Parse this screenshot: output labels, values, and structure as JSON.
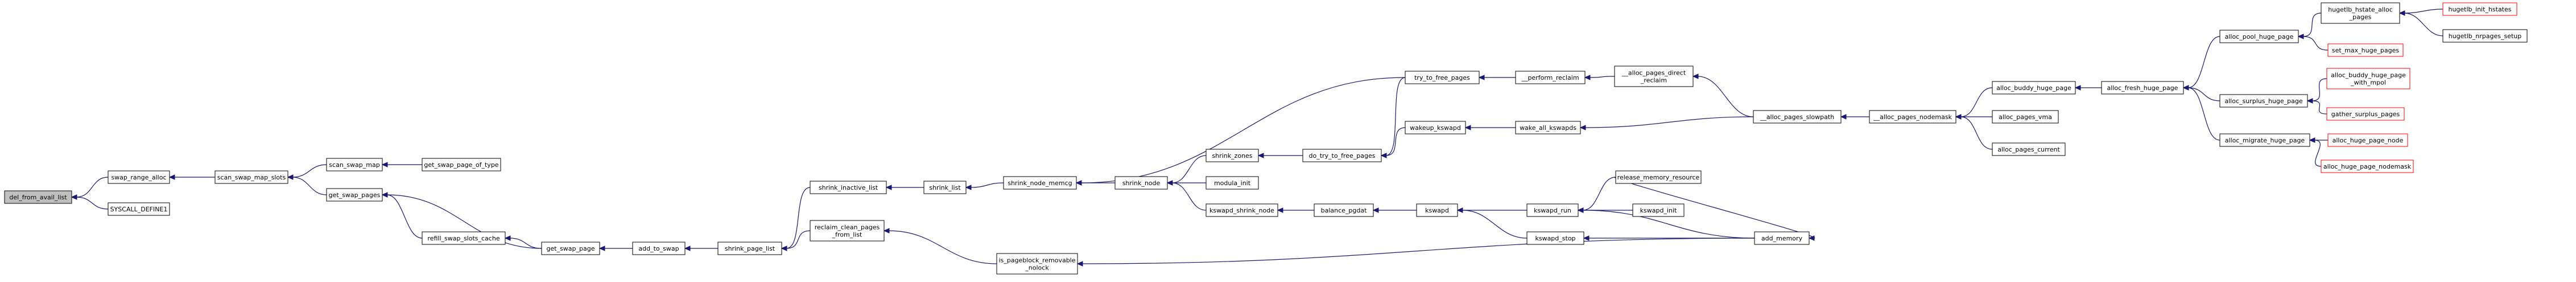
{
  "colors": {
    "node_fill": "#ffffff",
    "node_border": "#000000",
    "root_fill": "#bfbfbf",
    "external_border": "#ff0000",
    "edge": "#191970",
    "text": "#000000"
  },
  "graph": {
    "direction": "right-to-left (arrowheads point from caller toward callee)",
    "root": "del_from_avail_list",
    "nodes": [
      {
        "id": "del_from_avail_list",
        "lines": [
          "del_from_avail_list"
        ],
        "style": "root"
      },
      {
        "id": "swap_range_alloc",
        "lines": [
          "swap_range_alloc"
        ],
        "style": "normal"
      },
      {
        "id": "SYSCALL_DEFINE1",
        "lines": [
          "SYSCALL_DEFINE1"
        ],
        "style": "normal"
      },
      {
        "id": "scan_swap_map_slots",
        "lines": [
          "scan_swap_map_slots"
        ],
        "style": "normal"
      },
      {
        "id": "scan_swap_map",
        "lines": [
          "scan_swap_map"
        ],
        "style": "normal"
      },
      {
        "id": "get_swap_pages",
        "lines": [
          "get_swap_pages"
        ],
        "style": "normal"
      },
      {
        "id": "get_swap_page_of_type",
        "lines": [
          "get_swap_page_of_type"
        ],
        "style": "normal"
      },
      {
        "id": "refill_swap_slots_cache",
        "lines": [
          "refill_swap_slots_cache"
        ],
        "style": "normal"
      },
      {
        "id": "get_swap_page",
        "lines": [
          "get_swap_page"
        ],
        "style": "normal"
      },
      {
        "id": "add_to_swap",
        "lines": [
          "add_to_swap"
        ],
        "style": "normal"
      },
      {
        "id": "shrink_page_list",
        "lines": [
          "shrink_page_list"
        ],
        "style": "normal"
      },
      {
        "id": "shrink_inactive_list",
        "lines": [
          "shrink_inactive_list"
        ],
        "style": "normal"
      },
      {
        "id": "reclaim_clean_pages_from_list",
        "lines": [
          "reclaim_clean_pages",
          "_from_list"
        ],
        "style": "normal"
      },
      {
        "id": "shrink_list",
        "lines": [
          "shrink_list"
        ],
        "style": "normal"
      },
      {
        "id": "is_pageblock_removable_nolock",
        "lines": [
          "is_pageblock_removable",
          "_nolock"
        ],
        "style": "normal"
      },
      {
        "id": "shrink_node_memcg",
        "lines": [
          "shrink_node_memcg"
        ],
        "style": "normal"
      },
      {
        "id": "shrink_node",
        "lines": [
          "shrink_node"
        ],
        "style": "normal"
      },
      {
        "id": "shrink_zones",
        "lines": [
          "shrink_zones"
        ],
        "style": "normal"
      },
      {
        "id": "mem_cgroup_soft_limit_reclaim",
        "lines": [
          "modula_init"
        ],
        "style": "normal"
      },
      {
        "id": "kswapd_shrink_node",
        "lines": [
          "kswapd_shrink_node"
        ],
        "style": "normal"
      },
      {
        "id": "do_try_to_free_pages",
        "lines": [
          "do_try_to_free_pages"
        ],
        "style": "normal"
      },
      {
        "id": "balance_pgdat",
        "lines": [
          "balance_pgdat"
        ],
        "style": "normal"
      },
      {
        "id": "try_to_free_pages",
        "lines": [
          "try_to_free_pages"
        ],
        "style": "normal"
      },
      {
        "id": "wakeup_kswapd",
        "lines": [
          "wakeup_kswapd"
        ],
        "style": "normal"
      },
      {
        "id": "kswapd",
        "lines": [
          "kswapd"
        ],
        "style": "normal"
      },
      {
        "id": "__perform_reclaim",
        "lines": [
          "__perform_reclaim"
        ],
        "style": "normal"
      },
      {
        "id": "wake_all_kswapds",
        "lines": [
          "wake_all_kswapds"
        ],
        "style": "normal"
      },
      {
        "id": "kswapd_run",
        "lines": [
          "kswapd_run"
        ],
        "style": "normal"
      },
      {
        "id": "kswapd_stop",
        "lines": [
          "kswapd_stop"
        ],
        "style": "normal"
      },
      {
        "id": "__alloc_pages_direct_reclaim",
        "lines": [
          "__alloc_pages_direct",
          "_reclaim"
        ],
        "style": "normal"
      },
      {
        "id": "release_memory_resource",
        "lines": [
          "release_memory_resource"
        ],
        "style": "normal"
      },
      {
        "id": "kswapd_init",
        "lines": [
          "kswapd_init"
        ],
        "style": "normal"
      },
      {
        "id": "add_memory",
        "lines": [
          "add_memory"
        ],
        "style": "normal"
      },
      {
        "id": "__alloc_pages_slowpath",
        "lines": [
          "__alloc_pages_slowpath"
        ],
        "style": "normal"
      },
      {
        "id": "__alloc_pages_nodemask",
        "lines": [
          "__alloc_pages_nodemask"
        ],
        "style": "normal"
      },
      {
        "id": "alloc_buddy_huge_page",
        "lines": [
          "alloc_buddy_huge_page"
        ],
        "style": "normal"
      },
      {
        "id": "alloc_pages_vma",
        "lines": [
          "alloc_pages_vma"
        ],
        "style": "normal"
      },
      {
        "id": "alloc_pages_current",
        "lines": [
          "alloc_pages_current"
        ],
        "style": "normal"
      },
      {
        "id": "alloc_fresh_huge_page",
        "lines": [
          "alloc_fresh_huge_page"
        ],
        "style": "normal"
      },
      {
        "id": "alloc_pool_huge_page",
        "lines": [
          "alloc_pool_huge_page"
        ],
        "style": "normal"
      },
      {
        "id": "alloc_surplus_huge_page",
        "lines": [
          "alloc_surplus_huge_page"
        ],
        "style": "normal"
      },
      {
        "id": "alloc_migrate_huge_page",
        "lines": [
          "alloc_migrate_huge_page"
        ],
        "style": "normal"
      },
      {
        "id": "hugetlb_hstate_alloc_pages",
        "lines": [
          "hugetlb_hstate_alloc",
          "_pages"
        ],
        "style": "normal"
      },
      {
        "id": "set_max_huge_pages",
        "lines": [
          "set_max_huge_pages"
        ],
        "style": "external"
      },
      {
        "id": "alloc_buddy_huge_page_with_mpol",
        "lines": [
          "alloc_buddy_huge_page",
          "_with_mpol"
        ],
        "style": "external"
      },
      {
        "id": "gather_surplus_pages",
        "lines": [
          "gather_surplus_pages"
        ],
        "style": "external"
      },
      {
        "id": "alloc_huge_page_node",
        "lines": [
          "alloc_huge_page_node"
        ],
        "style": "external"
      },
      {
        "id": "alloc_huge_page_nodemask",
        "lines": [
          "alloc_huge_page_nodemask"
        ],
        "style": "external"
      },
      {
        "id": "hugetlb_init_hstates",
        "lines": [
          "hugetlb_init_hstates"
        ],
        "style": "external"
      },
      {
        "id": "hugetlb_nrpages_setup",
        "lines": [
          "hugetlb_nrpages_setup"
        ],
        "style": "normal"
      }
    ],
    "edges": [
      {
        "from": "swap_range_alloc",
        "to": "del_from_avail_list"
      },
      {
        "from": "SYSCALL_DEFINE1",
        "to": "del_from_avail_list"
      },
      {
        "from": "scan_swap_map_slots",
        "to": "swap_range_alloc"
      },
      {
        "from": "scan_swap_map",
        "to": "scan_swap_map_slots"
      },
      {
        "from": "get_swap_pages",
        "to": "scan_swap_map_slots"
      },
      {
        "from": "get_swap_page_of_type",
        "to": "scan_swap_map"
      },
      {
        "from": "refill_swap_slots_cache",
        "to": "get_swap_pages"
      },
      {
        "from": "get_swap_page",
        "to": "get_swap_pages"
      },
      {
        "from": "get_swap_page",
        "to": "refill_swap_slots_cache"
      },
      {
        "from": "add_to_swap",
        "to": "get_swap_page"
      },
      {
        "from": "shrink_page_list",
        "to": "add_to_swap"
      },
      {
        "from": "shrink_inactive_list",
        "to": "shrink_page_list"
      },
      {
        "from": "reclaim_clean_pages_from_list",
        "to": "shrink_page_list"
      },
      {
        "from": "shrink_list",
        "to": "shrink_inactive_list"
      },
      {
        "from": "is_pageblock_removable_nolock",
        "to": "reclaim_clean_pages_from_list"
      },
      {
        "from": "shrink_node_memcg",
        "to": "shrink_list"
      },
      {
        "from": "shrink_node",
        "to": "shrink_node_memcg"
      },
      {
        "from": "try_to_free_pages",
        "to": "shrink_node_memcg"
      },
      {
        "from": "shrink_zones",
        "to": "shrink_node"
      },
      {
        "from": "mem_cgroup_soft_limit_reclaim",
        "to": "shrink_node"
      },
      {
        "from": "kswapd_shrink_node",
        "to": "shrink_node"
      },
      {
        "from": "do_try_to_free_pages",
        "to": "shrink_zones"
      },
      {
        "from": "balance_pgdat",
        "to": "kswapd_shrink_node"
      },
      {
        "from": "try_to_free_pages",
        "to": "do_try_to_free_pages"
      },
      {
        "from": "wakeup_kswapd",
        "to": "do_try_to_free_pages"
      },
      {
        "from": "kswapd",
        "to": "balance_pgdat"
      },
      {
        "from": "__perform_reclaim",
        "to": "try_to_free_pages"
      },
      {
        "from": "wake_all_kswapds",
        "to": "wakeup_kswapd"
      },
      {
        "from": "kswapd_run",
        "to": "kswapd"
      },
      {
        "from": "kswapd_stop",
        "to": "kswapd"
      },
      {
        "from": "__alloc_pages_direct_reclaim",
        "to": "__perform_reclaim"
      },
      {
        "from": "__alloc_pages_slowpath",
        "to": "wake_all_kswapds"
      },
      {
        "from": "release_memory_resource",
        "to": "kswapd_run"
      },
      {
        "from": "kswapd_init",
        "to": "kswapd_run"
      },
      {
        "from": "add_memory",
        "to": "kswapd_run"
      },
      {
        "from": "add_memory",
        "to": "kswapd_stop"
      },
      {
        "from": "add_memory",
        "to": "is_pageblock_removable_nolock"
      },
      {
        "from": "release_memory_resource",
        "to": "add_memory"
      },
      {
        "from": "__alloc_pages_slowpath",
        "to": "__alloc_pages_direct_reclaim"
      },
      {
        "from": "__alloc_pages_nodemask",
        "to": "__alloc_pages_slowpath"
      },
      {
        "from": "alloc_buddy_huge_page",
        "to": "__alloc_pages_nodemask"
      },
      {
        "from": "alloc_pages_vma",
        "to": "__alloc_pages_nodemask"
      },
      {
        "from": "alloc_pages_current",
        "to": "__alloc_pages_nodemask"
      },
      {
        "from": "alloc_fresh_huge_page",
        "to": "alloc_buddy_huge_page"
      },
      {
        "from": "alloc_pool_huge_page",
        "to": "alloc_fresh_huge_page"
      },
      {
        "from": "alloc_surplus_huge_page",
        "to": "alloc_fresh_huge_page"
      },
      {
        "from": "alloc_migrate_huge_page",
        "to": "alloc_fresh_huge_page"
      },
      {
        "from": "hugetlb_hstate_alloc_pages",
        "to": "alloc_pool_huge_page"
      },
      {
        "from": "set_max_huge_pages",
        "to": "alloc_pool_huge_page"
      },
      {
        "from": "alloc_buddy_huge_page_with_mpol",
        "to": "alloc_surplus_huge_page"
      },
      {
        "from": "gather_surplus_pages",
        "to": "alloc_surplus_huge_page"
      },
      {
        "from": "alloc_huge_page_node",
        "to": "alloc_migrate_huge_page"
      },
      {
        "from": "alloc_huge_page_nodemask",
        "to": "alloc_migrate_huge_page"
      },
      {
        "from": "hugetlb_init_hstates",
        "to": "hugetlb_hstate_alloc_pages"
      },
      {
        "from": "hugetlb_nrpages_setup",
        "to": "hugetlb_hstate_alloc_pages"
      }
    ]
  }
}
